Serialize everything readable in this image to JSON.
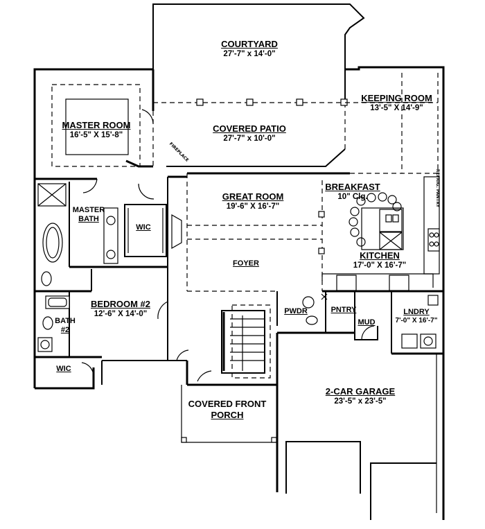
{
  "rooms": {
    "courtyard": {
      "name": "COURTYARD",
      "dim": "27'-7\" x 14'-0\""
    },
    "covered_patio": {
      "name": "COVERED PATIO",
      "dim": "27'-7\" x 10'-0\""
    },
    "keeping_room": {
      "name": "KEEPING ROOM",
      "dim": "13'-5\" X 14'-9\""
    },
    "master_room": {
      "name": "MASTER ROOM",
      "dim": "16'-5\" X 15'-8\""
    },
    "great_room": {
      "name": "GREAT ROOM",
      "dim": "19'-6\" X 16'-7\""
    },
    "breakfast": {
      "name": "BREAKFAST",
      "dim": "10\" Clg."
    },
    "master_bath": {
      "line1": "MASTER",
      "line2": "BATH"
    },
    "wic_master": {
      "name": "WIC"
    },
    "foyer": {
      "name": "FOYER"
    },
    "kitchen": {
      "name": "KITCHEN",
      "dim": "17'-0\" X 16'-7\""
    },
    "bedroom2": {
      "name": "BEDROOM #2",
      "dim": "12'-6\" X 14'-0\""
    },
    "bath2": {
      "line1": "BATH",
      "line2": "#2"
    },
    "pwdr": {
      "name": "PWDR"
    },
    "pntry": {
      "name": "PNTRY"
    },
    "mud": {
      "name": "MUD"
    },
    "lndry": {
      "name": "LNDRY",
      "dim": "7'-0\" X 16'-7\""
    },
    "wic_bed": {
      "name": "WIC"
    },
    "porch": {
      "line1": "COVERED FRONT",
      "line2": "PORCH"
    },
    "garage": {
      "name": "2-CAR GARAGE",
      "dim": "23'-5\" x 23'-5\""
    }
  },
  "small_text": {
    "fireplace_note": "FIREPLACE",
    "refrigerator_note": "REFRIG. PANTRY"
  }
}
